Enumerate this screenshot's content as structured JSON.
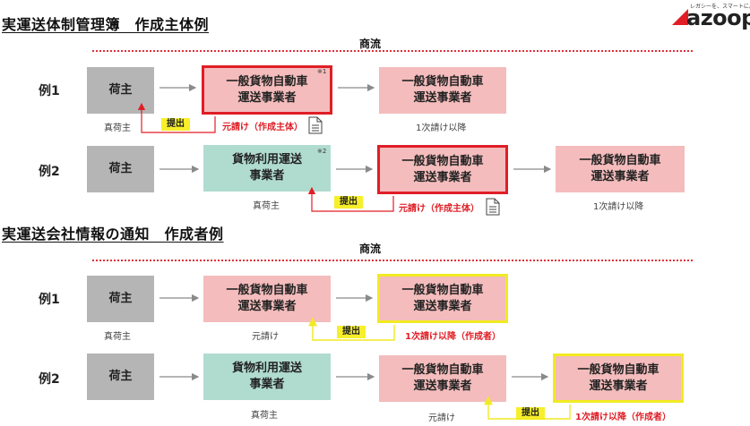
{
  "logo": {
    "brand": "azoop",
    "tagline": "レガシーを、スマートに。",
    "accent_color": "#e01e26"
  },
  "sections": [
    {
      "title": "実運送体制管理簿　作成主体例",
      "flow_label": "商流",
      "rows": [
        {
          "label": "例1",
          "boxes": [
            "荷主",
            "一般貨物自動車\n運送事業者",
            "一般貨物自動車\n運送事業者"
          ],
          "note": "※1",
          "captions": [
            "真荷主",
            "元請け（作成主体）",
            "1次請け以降"
          ],
          "badge": "提出"
        },
        {
          "label": "例2",
          "boxes": [
            "荷主",
            "貨物利用運送\n事業者",
            "一般貨物自動車\n運送事業者",
            "一般貨物自動車\n運送事業者"
          ],
          "note": "※2",
          "captions": [
            "真荷主",
            "元請け（作成主体）",
            "1次請け以降"
          ],
          "badge": "提出"
        }
      ]
    },
    {
      "title": "実運送会社情報の通知　作成者例",
      "flow_label": "商流",
      "rows": [
        {
          "label": "例1",
          "boxes": [
            "荷主",
            "一般貨物自動車\n運送事業者",
            "一般貨物自動車\n運送事業者"
          ],
          "captions": [
            "真荷主",
            "元請け",
            "1次請け以降（作成者）"
          ],
          "badge": "提出"
        },
        {
          "label": "例2",
          "boxes": [
            "荷主",
            "貨物利用運送\n事業者",
            "一般貨物自動車\n運送事業者",
            "一般貨物自動車\n運送事業者"
          ],
          "captions": [
            "真荷主",
            "元請け",
            "1次請け以降（作成者）"
          ],
          "badge": "提出"
        }
      ]
    }
  ],
  "colors": {
    "shipper_box": "#b5b5b5",
    "carrier_box": "#f4bcbc",
    "forwarder_box": "#b0dcd0",
    "creator_border_red": "#e01e26",
    "creator_border_yellow": "#f2ea22",
    "submit_badge": "#f7ef2a"
  }
}
